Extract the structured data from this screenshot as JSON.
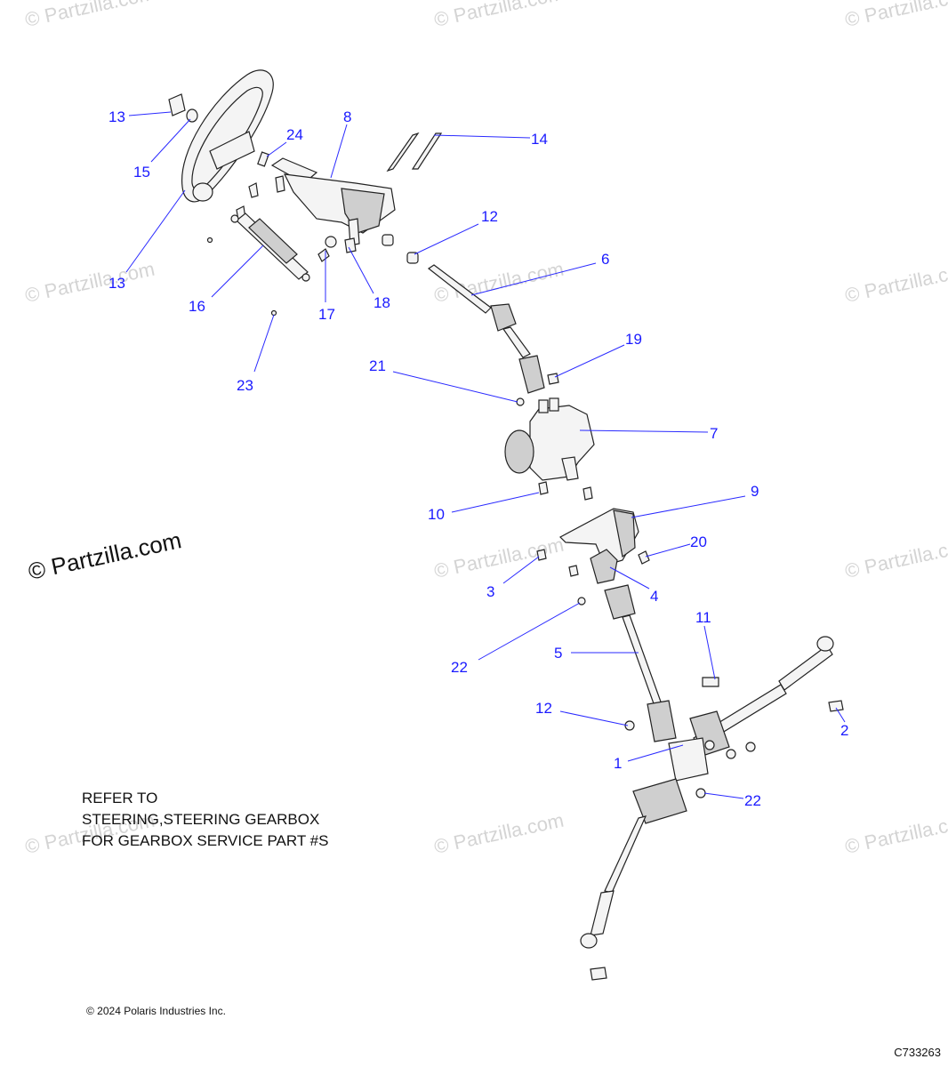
{
  "watermark": {
    "light_text": "© Partzilla.com",
    "dark_text": "© Partzilla.com"
  },
  "callouts": [
    {
      "id": "1",
      "label": "1"
    },
    {
      "id": "2",
      "label": "2"
    },
    {
      "id": "3",
      "label": "3"
    },
    {
      "id": "4",
      "label": "4"
    },
    {
      "id": "5",
      "label": "5"
    },
    {
      "id": "6",
      "label": "6"
    },
    {
      "id": "7",
      "label": "7"
    },
    {
      "id": "8",
      "label": "8"
    },
    {
      "id": "9",
      "label": "9"
    },
    {
      "id": "10",
      "label": "10"
    },
    {
      "id": "11",
      "label": "11"
    },
    {
      "id": "12a",
      "label": "12"
    },
    {
      "id": "12b",
      "label": "12"
    },
    {
      "id": "13a",
      "label": "13"
    },
    {
      "id": "13b",
      "label": "13"
    },
    {
      "id": "14",
      "label": "14"
    },
    {
      "id": "15",
      "label": "15"
    },
    {
      "id": "16",
      "label": "16"
    },
    {
      "id": "17",
      "label": "17"
    },
    {
      "id": "18",
      "label": "18"
    },
    {
      "id": "19",
      "label": "19"
    },
    {
      "id": "20",
      "label": "20"
    },
    {
      "id": "21",
      "label": "21"
    },
    {
      "id": "22a",
      "label": "22"
    },
    {
      "id": "22b",
      "label": "22"
    },
    {
      "id": "23",
      "label": "23"
    },
    {
      "id": "24",
      "label": "24"
    }
  ],
  "note": {
    "line1": "REFER TO",
    "line2": "STEERING,STEERING GEARBOX",
    "line3": "FOR GEARBOX SERVICE PART #S"
  },
  "copyright": "© 2024 Polaris Industries Inc.",
  "figure_id": "C733263",
  "colors": {
    "callout": "#1a1aff",
    "watermark": "#d4d4d4"
  }
}
